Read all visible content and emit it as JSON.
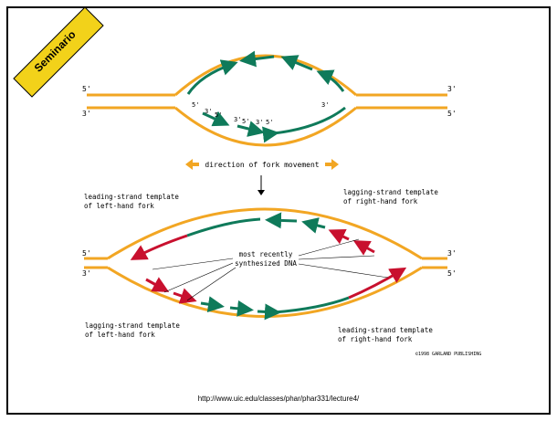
{
  "badge": {
    "label": "Seminario",
    "color": "#f2d21a"
  },
  "colors": {
    "strand": "#f2a623",
    "new_dna": "#0f7a5a",
    "recent_dna": "#c8102e"
  },
  "top_diagram": {
    "end_labels": [
      "5'",
      "3'",
      "3'",
      "5'"
    ],
    "inner_labels": [
      "5'",
      "3'",
      "5'",
      "3'",
      "5'",
      "3'",
      "5'",
      "3'"
    ]
  },
  "direction_label": "direction of fork movement",
  "bottom_diagram": {
    "end_labels": [
      "5'",
      "3'",
      "3'",
      "5'"
    ],
    "label_left_top": [
      "leading-strand template",
      "of left-hand fork"
    ],
    "label_right_top": [
      "lagging-strand template",
      "of right-hand fork"
    ],
    "label_center": [
      "most recently",
      "synthesized DNA"
    ],
    "label_left_bottom": [
      "lagging-strand template",
      "of left-hand fork"
    ],
    "label_right_bottom": [
      "leading-strand template",
      "of right-hand fork"
    ],
    "copyright": "©1998 GARLAND PUBLISHING"
  },
  "url": "http://www.uic.edu/classes/phar/phar331/lecture4/"
}
